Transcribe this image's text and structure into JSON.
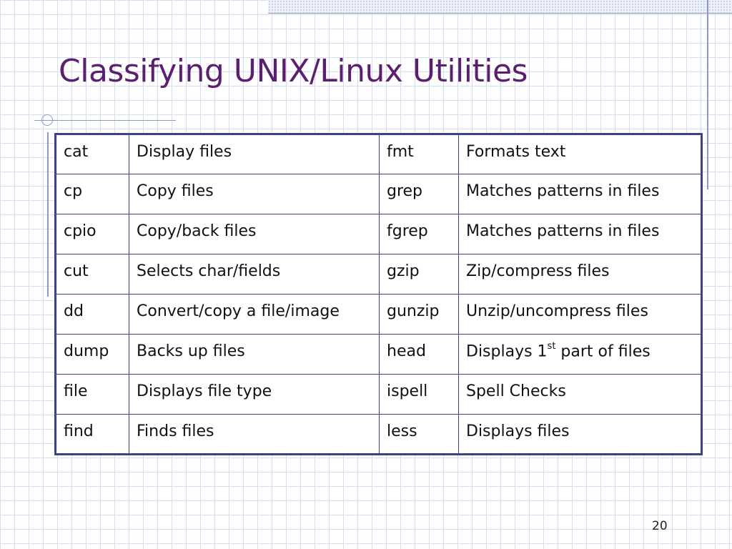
{
  "slide": {
    "title": "Classifying UNIX/Linux Utilities",
    "page_number": "20"
  },
  "table": {
    "rows": [
      {
        "cmd1": "cat",
        "desc1": "Display files",
        "cmd2": "fmt",
        "desc2": "Formats text"
      },
      {
        "cmd1": "cp",
        "desc1": "Copy files",
        "cmd2": "grep",
        "desc2": "Matches patterns in files"
      },
      {
        "cmd1": "cpio",
        "desc1": "Copy/back files",
        "cmd2": "fgrep",
        "desc2": "Matches patterns in files"
      },
      {
        "cmd1": "cut",
        "desc1": "Selects char/fields",
        "cmd2": "gzip",
        "desc2": "Zip/compress files"
      },
      {
        "cmd1": "dd",
        "desc1": "Convert/copy a file/image",
        "cmd2": "gunzip",
        "desc2": "Unzip/uncompress files"
      },
      {
        "cmd1": "dump",
        "desc1": "Backs up files",
        "cmd2": "head",
        "desc2_pre": "Displays 1",
        "desc2_sup": "st",
        "desc2_post": " part of files"
      },
      {
        "cmd1": "file",
        "desc1": "Displays file type",
        "cmd2": "ispell",
        "desc2": "Spell Checks"
      },
      {
        "cmd1": "find",
        "desc1": "Finds files",
        "cmd2": "less",
        "desc2": "Displays files"
      }
    ]
  },
  "colors": {
    "title": "#5a1f6e",
    "table_border": "#3b4287",
    "grid": "#d6ddf0"
  }
}
